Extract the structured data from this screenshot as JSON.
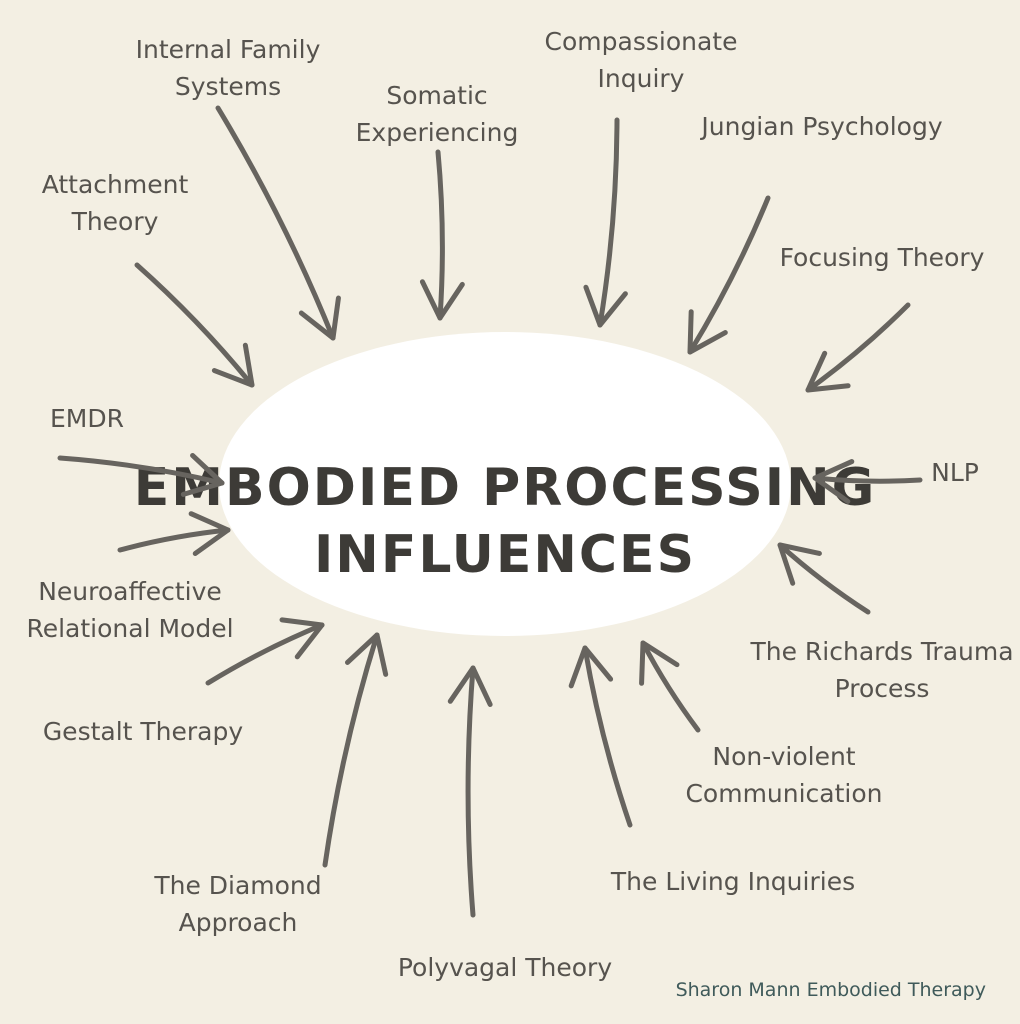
{
  "title": {
    "line1": "EMBODIED PROCESSING",
    "line2": "INFLUENCES"
  },
  "influences": [
    {
      "lines": [
        "Internal Family",
        "Systems"
      ]
    },
    {
      "lines": [
        "Somatic",
        "Experiencing"
      ]
    },
    {
      "lines": [
        "Compassionate",
        "Inquiry"
      ]
    },
    {
      "lines": [
        "Jungian Psychology"
      ]
    },
    {
      "lines": [
        "Focusing Theory"
      ]
    },
    {
      "lines": [
        "NLP"
      ]
    },
    {
      "lines": [
        "The Richards Trauma",
        "Process"
      ]
    },
    {
      "lines": [
        "Non-violent",
        "Communication"
      ]
    },
    {
      "lines": [
        "The Living Inquiries"
      ]
    },
    {
      "lines": [
        "Polyvagal  Theory"
      ]
    },
    {
      "lines": [
        "The Diamond",
        "Approach"
      ]
    },
    {
      "lines": [
        "Gestalt Therapy"
      ]
    },
    {
      "lines": [
        "Neuroaffective",
        "Relational Model"
      ]
    },
    {
      "lines": [
        "EMDR"
      ]
    },
    {
      "lines": [
        "Attachment",
        "Theory"
      ]
    }
  ],
  "credit": "Sharon Mann Embodied Therapy",
  "colors": {
    "background": "#f3efe3",
    "ellipse": "#ffffff",
    "arrow": "#67645f",
    "credit": "#3f5a5a"
  }
}
